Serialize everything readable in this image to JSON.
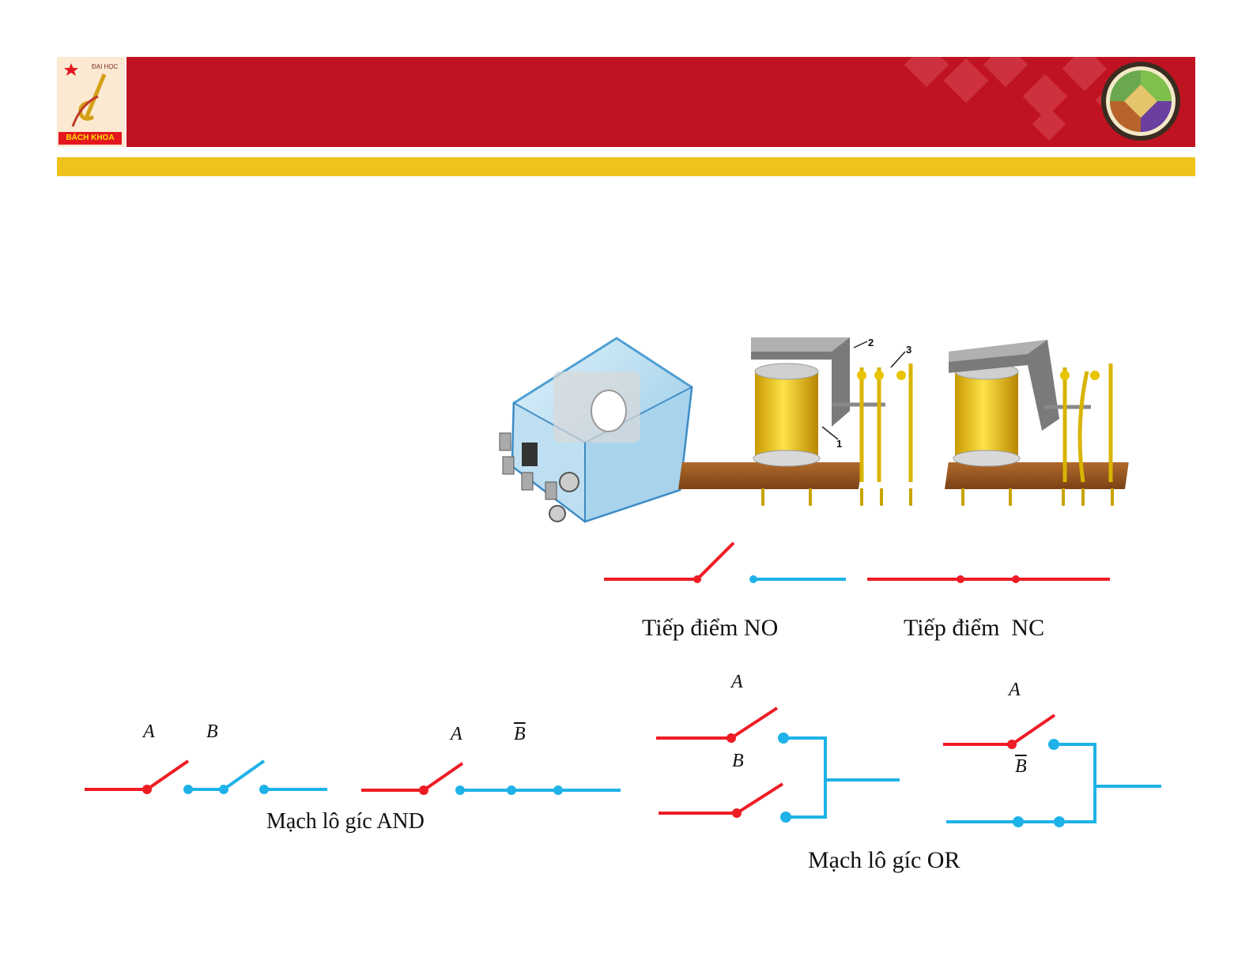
{
  "header": {
    "logo_top_text": "ĐẠI HỌC",
    "logo_bottom_text": "BÁCH KHOA",
    "colors": {
      "banner": "#c01322",
      "gold_bar": "#f0c21c"
    }
  },
  "relay_figures": {
    "part_labels": [
      "1",
      "2",
      "3"
    ]
  },
  "contacts": {
    "no_label": "Tiếp điểm NO",
    "nc_label": "Tiếp điểm  NC"
  },
  "and_circuit": {
    "label": "Mạch lô gíc AND",
    "vars_1": [
      "A",
      "B"
    ],
    "vars_2": [
      "A",
      "B"
    ]
  },
  "or_circuit": {
    "label": "Mạch lô gíc OR",
    "vars_1": [
      "A",
      "B"
    ],
    "vars_2": [
      "A",
      "B"
    ]
  },
  "wire_colors": {
    "red": "#ee1c25",
    "blue": "#1fb2e8"
  }
}
